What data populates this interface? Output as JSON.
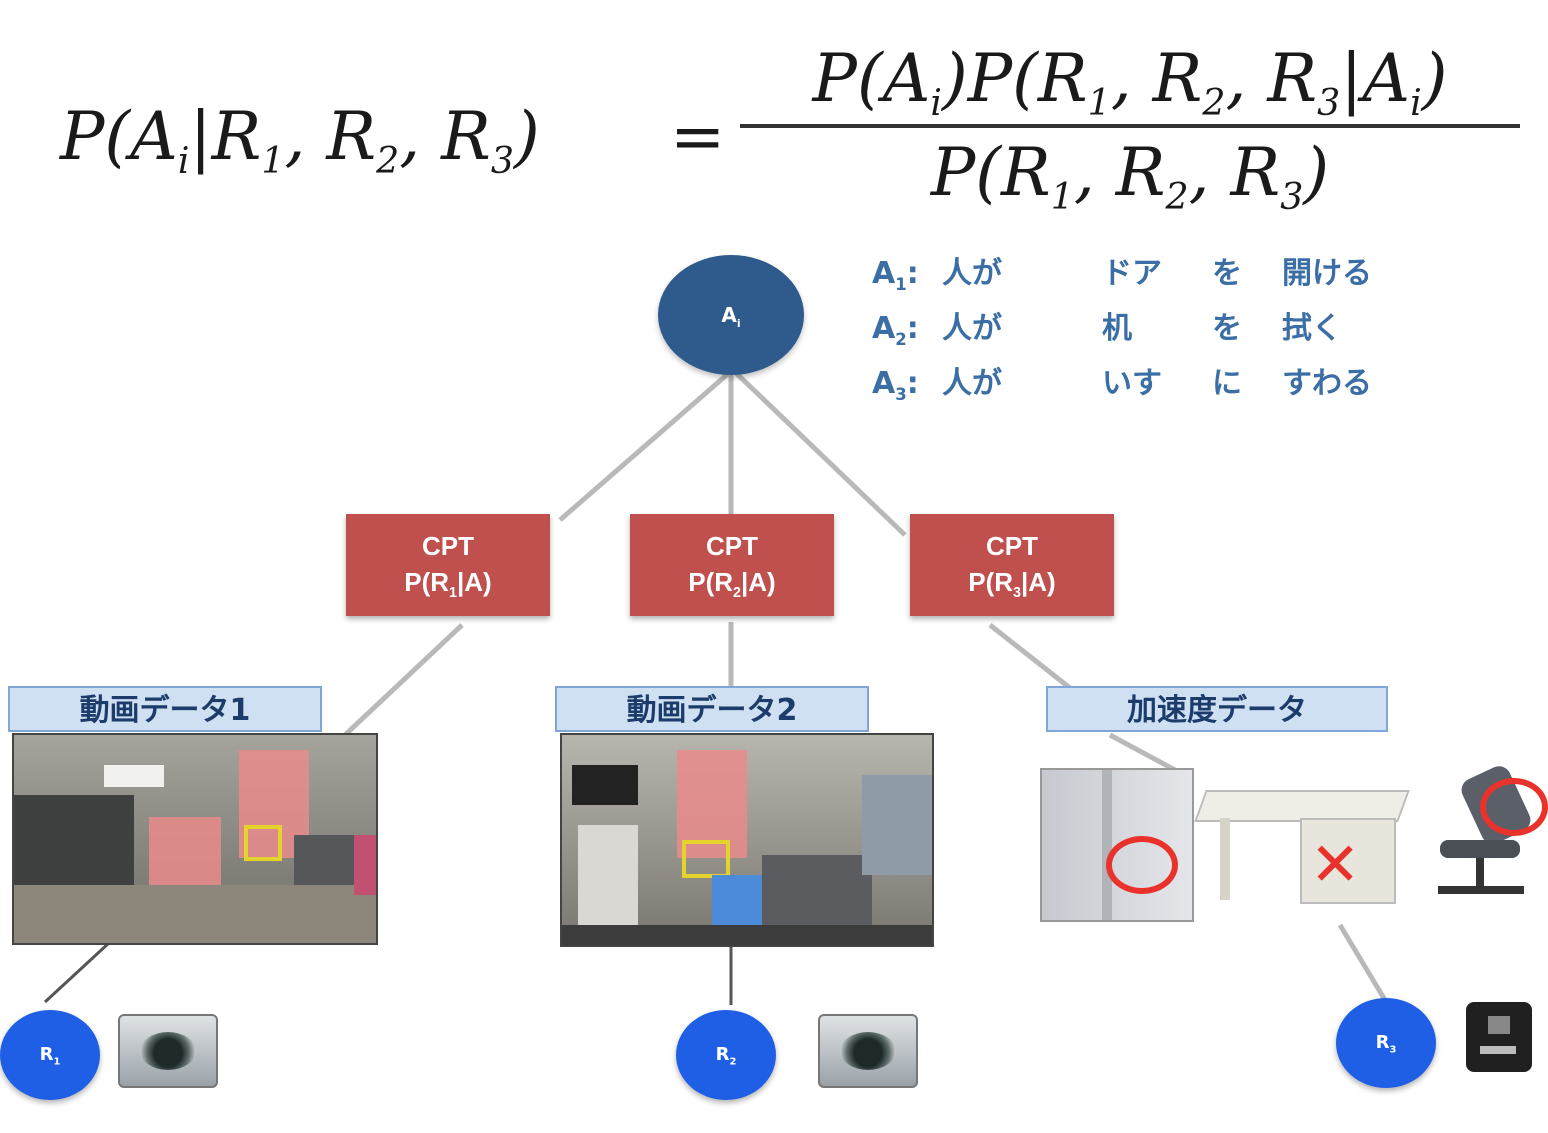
{
  "formula": {
    "lhs": "P(A",
    "lhs_sub": "i",
    "lhs_rest": "|R",
    "r1": "1",
    "sep": ", R",
    "r2": "2",
    "r3": "3",
    "close": ")",
    "eq": "=",
    "num_a": "P(A",
    "num_a_sub": "i",
    "num_b": ")P(R",
    "num_c": "|A",
    "num_c_sub": "i",
    "den_a": "P(R"
  },
  "root_node": {
    "label": "A",
    "sub": "i"
  },
  "legend": {
    "rows": [
      {
        "a": "A",
        "sub": "1",
        "colon": ":",
        "subject": "人が",
        "object": "ドア",
        "particle": "を",
        "verb": "開ける"
      },
      {
        "a": "A",
        "sub": "2",
        "colon": ":",
        "subject": "人が",
        "object": "机",
        "particle": "を",
        "verb": "拭く"
      },
      {
        "a": "A",
        "sub": "3",
        "colon": ":",
        "subject": "人が",
        "object": "いす",
        "particle": "に",
        "verb": "すわる"
      }
    ]
  },
  "cpt_boxes": [
    {
      "title": "CPT",
      "formula": "P(R",
      "sub": "1",
      "rest": "|A)"
    },
    {
      "title": "CPT",
      "formula": "P(R",
      "sub": "2",
      "rest": "|A)"
    },
    {
      "title": "CPT",
      "formula": "P(R",
      "sub": "3",
      "rest": "|A)"
    }
  ],
  "data_labels": [
    "動画データ1",
    "動画データ2",
    "加速度データ"
  ],
  "r_nodes": [
    {
      "label": "R",
      "sub": "1"
    },
    {
      "label": "R",
      "sub": "2"
    },
    {
      "label": "R",
      "sub": "3"
    }
  ],
  "colors": {
    "root": "#2f5a8c",
    "cpt": "#c0504d",
    "label_bg": "#cfe0f3",
    "r_node": "#1f5fe6",
    "legend_text": "#3a6ea5",
    "highlight": "#e8322b"
  },
  "icons": [
    "camera-icon",
    "camera-icon",
    "accelerometer-icon"
  ]
}
